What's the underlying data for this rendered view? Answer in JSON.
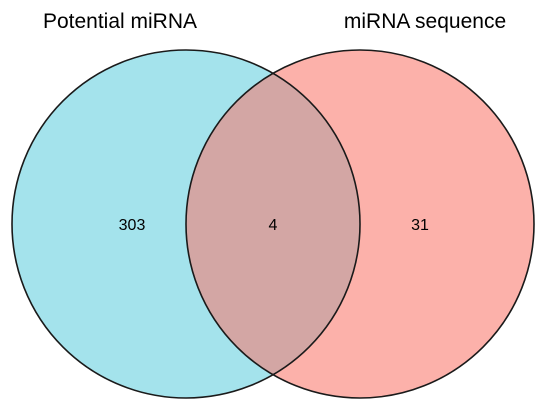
{
  "venn": {
    "sets": [
      {
        "label": "Potential miRNA",
        "color": "#a4e3ec"
      },
      {
        "label": "miRNA sequence",
        "color": "#fcb1aa"
      }
    ],
    "intersection_color": "#d3a6a4",
    "outline_color": "#1a1a1a",
    "counts": {
      "left_only": "303",
      "both": "4",
      "right_only": "31"
    }
  }
}
